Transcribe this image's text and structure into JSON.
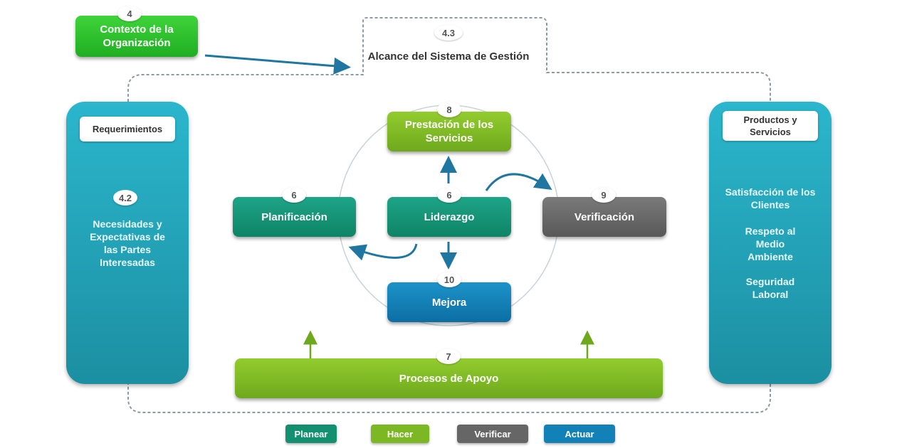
{
  "context": {
    "number": "4",
    "label": "Contexto de la Organización"
  },
  "scope": {
    "number": "4.3",
    "label": "Alcance del Sistema de Gestión"
  },
  "requirements": {
    "header": "Requerimientos",
    "number": "4.2",
    "label": "Necesidades y Expectativas de las Partes Interesadas"
  },
  "outputs": {
    "header": "Productos y Servicios",
    "items": [
      "Satisfacción de los Clientes",
      "Respeto al Medio Ambiente",
      "Seguridad Laboral"
    ]
  },
  "cycle": {
    "service": {
      "number": "8",
      "label": "Prestación de los Servicios"
    },
    "planning": {
      "number": "6",
      "label": "Planificación"
    },
    "leadership": {
      "number": "6",
      "label": "Liderazgo"
    },
    "verification": {
      "number": "9",
      "label": "Verificación"
    },
    "improvement": {
      "number": "10",
      "label": "Mejora"
    }
  },
  "support": {
    "number": "7",
    "label": "Procesos de Apoyo"
  },
  "legend": [
    {
      "label": "Planear",
      "color": "#12906f"
    },
    {
      "label": "Hacer",
      "color": "#7cb824"
    },
    {
      "label": "Verificar",
      "color": "#666666"
    },
    {
      "label": "Actuar",
      "color": "#1281b8"
    }
  ],
  "colors": {
    "arrow": "#1f76a0",
    "dashed_border": "#8a9aa6",
    "side_panel": "#26a6bb"
  }
}
